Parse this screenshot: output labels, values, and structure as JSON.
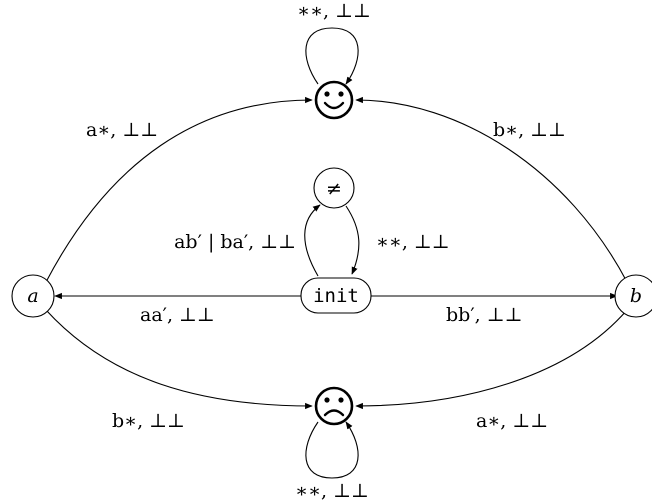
{
  "nodes": {
    "happy": {
      "glyph": "happy-face"
    },
    "sad": {
      "glyph": "sad-face"
    },
    "neq": {
      "label": "≠"
    },
    "init": {
      "label": "init"
    },
    "a": {
      "label": "a"
    },
    "b": {
      "label": "b"
    }
  },
  "edges": {
    "happy_loop": "∗∗, ⊥⊥",
    "sad_loop": "∗∗, ⊥⊥",
    "a_to_happy": "a∗, ⊥⊥",
    "b_to_happy": "b∗, ⊥⊥",
    "a_to_sad": "b∗, ⊥⊥",
    "b_to_sad": "a∗, ⊥⊥",
    "init_to_neq": "ab′ | ba′, ⊥⊥",
    "neq_to_init": "∗∗, ⊥⊥",
    "init_to_a": "aa′, ⊥⊥",
    "init_to_b": "bb′, ⊥⊥"
  }
}
